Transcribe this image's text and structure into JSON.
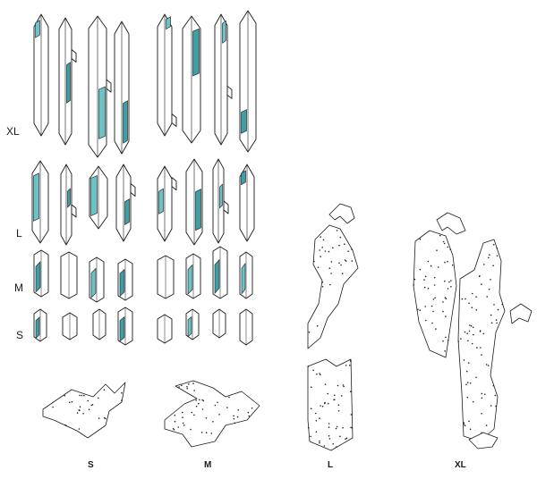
{
  "colors": {
    "accent": "#6cc3c6",
    "accent_dark": "#3f9ea3",
    "line": "#1a1a1a"
  },
  "row_labels": [
    "XL",
    "L",
    "M",
    "S"
  ],
  "column_labels": [
    "S",
    "M",
    "L",
    "XL"
  ]
}
